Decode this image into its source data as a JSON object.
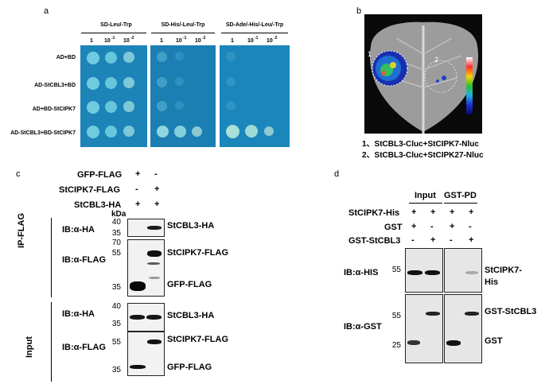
{
  "panel_labels": {
    "a": "a",
    "b": "b",
    "c": "c",
    "d": "d"
  },
  "panel_a": {
    "media": [
      "SD-Leu/-Trp",
      "SD-His/-Leu/-Trp",
      "SD-Ade/-His/-Leu/-Trp"
    ],
    "dilutions": [
      "1",
      "10",
      "-1",
      "10",
      "-2"
    ],
    "rows": [
      "AD+BD",
      "AD-StCBL3+BD",
      "AD+BD-StCIPK7",
      "AD-StCBL3+BD-StCIPK7"
    ]
  },
  "panel_b": {
    "spot1": "1",
    "spot2": "2",
    "legend1": "1、StCBL3-Cluc+StCIPK7-Nluc",
    "legend2": "2、StCBL3-Cluc+StCIPK27-Nluc"
  },
  "panel_c": {
    "cond_rows": [
      {
        "label": "GFP-FLAG",
        "signs": [
          "+",
          "-"
        ]
      },
      {
        "label": "StCIPK7-FLAG",
        "signs": [
          "-",
          "+"
        ]
      },
      {
        "label": "StCBL3-HA",
        "signs": [
          "+",
          "+"
        ]
      }
    ],
    "kda": "kDa",
    "group_ip": "IP-FLAG",
    "group_input": "Input",
    "ib_ha": "IB:α-HA",
    "ib_flag": "IB:α-FLAG",
    "markers": {
      "m40a": "40",
      "m35a": "35",
      "m70": "70",
      "m55a": "55",
      "m35b": "35",
      "m40b": "40",
      "m35c": "35",
      "m55b": "55",
      "m35d": "35"
    },
    "band_labels": {
      "ha1": "StCBL3-HA",
      "cipk1": "StCIPK7-FLAG",
      "gfp1": "GFP-FLAG",
      "ha2": "StCBL3-HA",
      "cipk2": "StCIPK7-FLAG",
      "gfp2": "GFP-FLAG"
    }
  },
  "panel_d": {
    "col_input": "Input",
    "col_gstpd": "GST-PD",
    "cond_rows": [
      {
        "label": "StCIPK7-His",
        "signs": [
          "+",
          "+",
          "+",
          "+"
        ]
      },
      {
        "label": "GST",
        "signs": [
          "+",
          "-",
          "+",
          "-"
        ]
      },
      {
        "label": "GST-StCBL3",
        "signs": [
          "-",
          "+",
          "-",
          "+"
        ]
      }
    ],
    "ib_his": "IB:α-HIS",
    "ib_gst": "IB:α-GST",
    "markers": {
      "m55a": "55",
      "m55b": "55",
      "m25": "25"
    },
    "band_labels": {
      "cipk_l1": "StCIPK7-",
      "cipk_l2": "His",
      "gststcbl3": "GST-StCBL3",
      "gst": "GST"
    }
  }
}
